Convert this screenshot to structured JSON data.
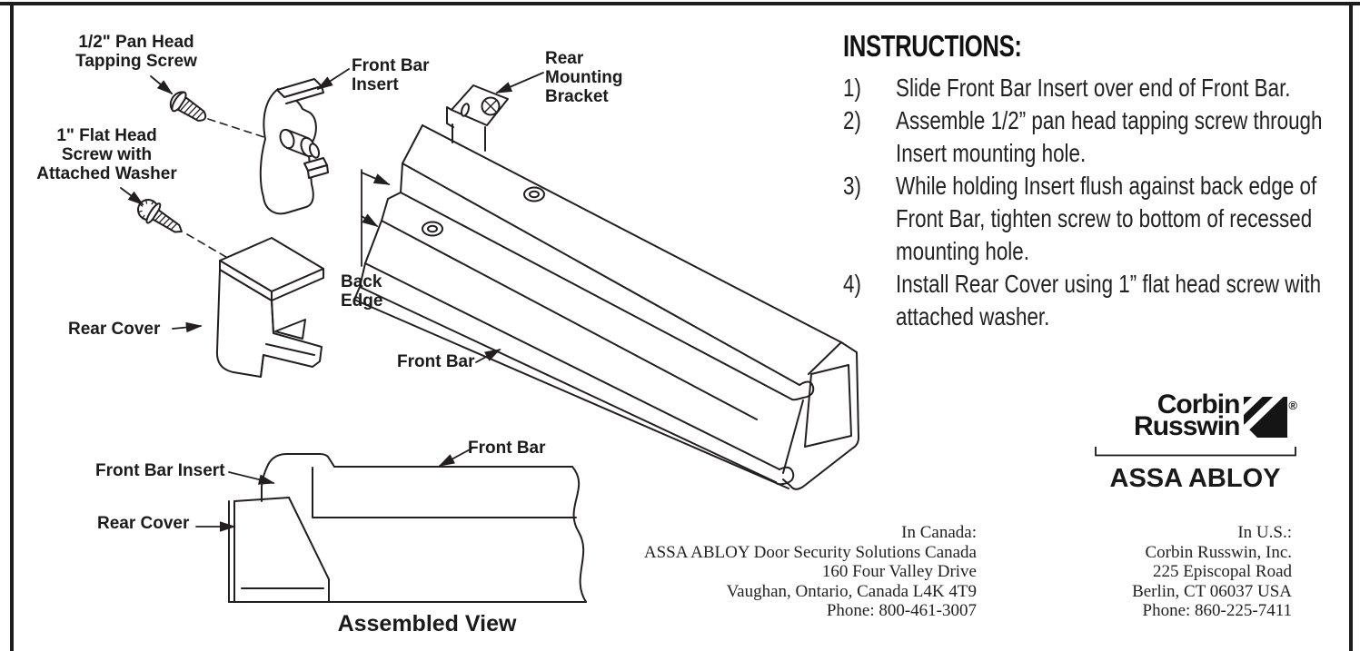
{
  "page": {
    "background_color": "#ffffff",
    "line_color": "#231f20",
    "text_color": "#1b1b1b"
  },
  "diagram": {
    "exploded": {
      "labels": {
        "pan_head_screw": [
          "1/2\" Pan Head",
          "Tapping Screw"
        ],
        "flat_head_screw": [
          "1\" Flat Head",
          "Screw with",
          "Attached Washer"
        ],
        "front_bar_insert": [
          "Front Bar",
          "Insert"
        ],
        "rear_mounting_bracket": [
          "Rear",
          "Mounting",
          "Bracket"
        ],
        "back_edge": [
          "Back",
          "Edge"
        ],
        "rear_cover": "Rear Cover",
        "front_bar": "Front Bar"
      }
    },
    "assembled": {
      "labels": {
        "front_bar": "Front Bar",
        "front_bar_insert": "Front Bar Insert",
        "rear_cover": "Rear Cover"
      },
      "caption": "Assembled View"
    }
  },
  "instructions": {
    "heading": "INSTRUCTIONS:",
    "items": [
      {
        "num": "1)",
        "lines": [
          "Slide Front Bar Insert over end of Front Bar."
        ]
      },
      {
        "num": "2)",
        "lines": [
          "Assemble 1/2” pan head tapping screw through",
          "Insert mounting hole."
        ]
      },
      {
        "num": "3)",
        "lines": [
          "While holding Insert flush against back edge of",
          "Front Bar, tighten screw to bottom of recessed",
          "mounting hole."
        ]
      },
      {
        "num": "4)",
        "lines": [
          "Install Rear Cover using 1” flat head screw with",
          "attached washer."
        ]
      }
    ]
  },
  "branding": {
    "corbin_line1": "Corbin",
    "corbin_line2": "Russwin",
    "registered_mark": "®",
    "assa_abloy": "ASSA ABLOY"
  },
  "addresses": {
    "canada": [
      "In Canada:",
      "ASSA ABLOY Door Security Solutions Canada",
      "160 Four Valley Drive",
      "Vaughan, Ontario, Canada L4K 4T9",
      "Phone: 800-461-3007"
    ],
    "us": [
      "In U.S.:",
      "Corbin Russwin, Inc.",
      "225 Episcopal Road",
      "Berlin, CT 06037  USA",
      "Phone: 860-225-7411"
    ]
  }
}
